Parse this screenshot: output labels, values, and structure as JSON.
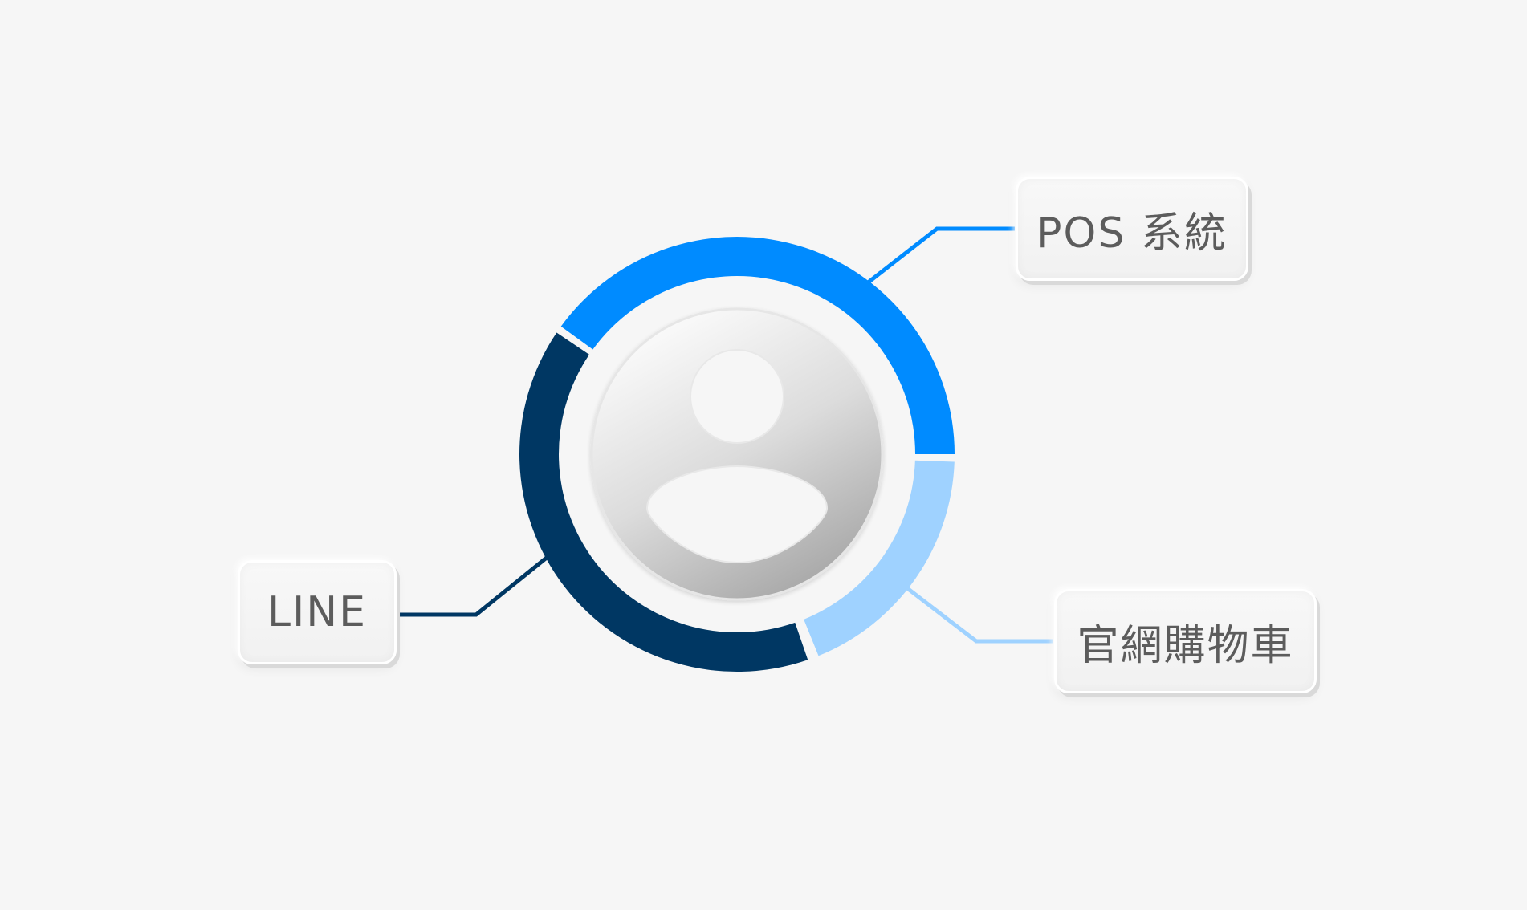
{
  "channels": [
    {
      "id": "pos",
      "label": "POS 系統",
      "color": "#008bff"
    },
    {
      "id": "web",
      "label": "官網購物車",
      "color": "#9fd2ff"
    },
    {
      "id": "line",
      "label": "LINE",
      "color": "#003763"
    }
  ],
  "center": {
    "icon": "user-avatar-icon"
  }
}
